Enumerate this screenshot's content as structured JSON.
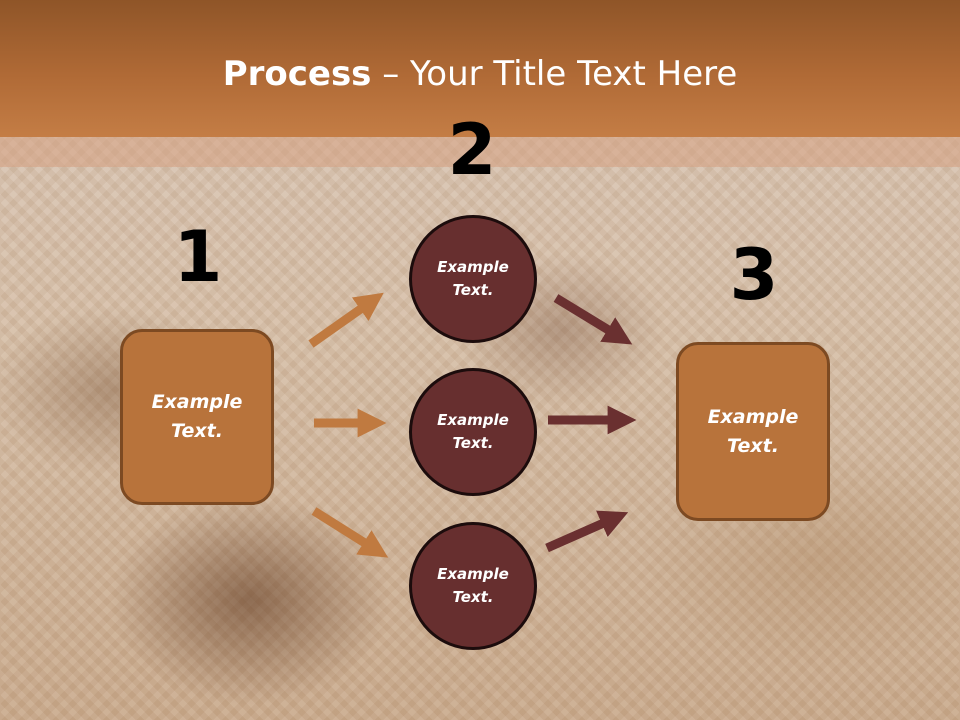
{
  "title": {
    "bold": "Process",
    "rest": " – Your Title Text Here"
  },
  "steps": [
    "1",
    "2",
    "3"
  ],
  "left_box": {
    "text": "Example\nText."
  },
  "right_box": {
    "text": "Example\nText."
  },
  "circles": [
    {
      "text": "Example\nText."
    },
    {
      "text": "Example\nText."
    },
    {
      "text": "Example\nText."
    }
  ],
  "colors": {
    "header": "#b06a36",
    "box_fill": "#b8733b",
    "circle_fill": "#672f2f",
    "arrow_in": "#c07a40",
    "arrow_out": "#6a3030"
  }
}
